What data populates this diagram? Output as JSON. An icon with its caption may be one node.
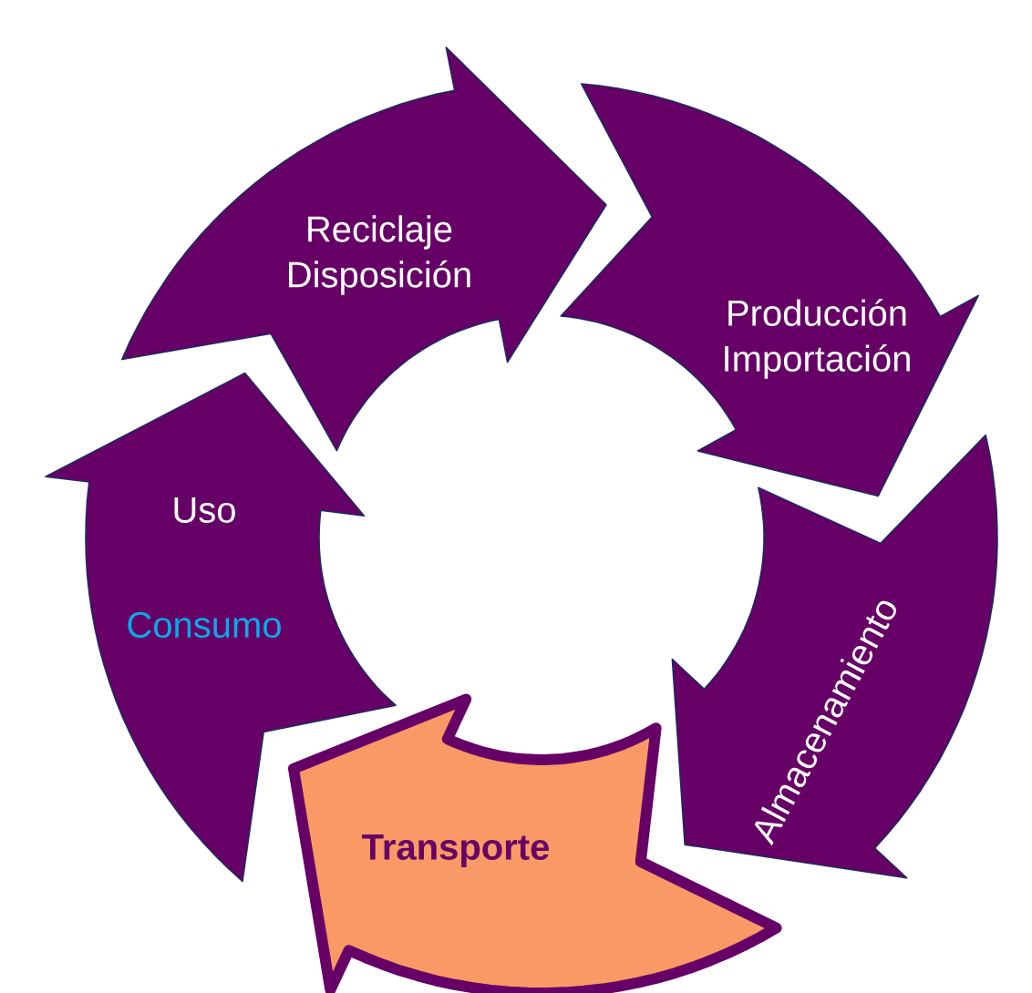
{
  "diagram": {
    "nodes": [
      {
        "text": [
          "Reciclaje Disposición"
        ]
      },
      {
        "text": [
          "Producción Importación"
        ]
      },
      {
        "text": [
          "Almacenamiento"
        ]
      },
      {
        "text": [
          "Transporte"
        ]
      },
      {
        "text": [
          "Uso",
          "Consumo"
        ]
      }
    ]
  }
}
